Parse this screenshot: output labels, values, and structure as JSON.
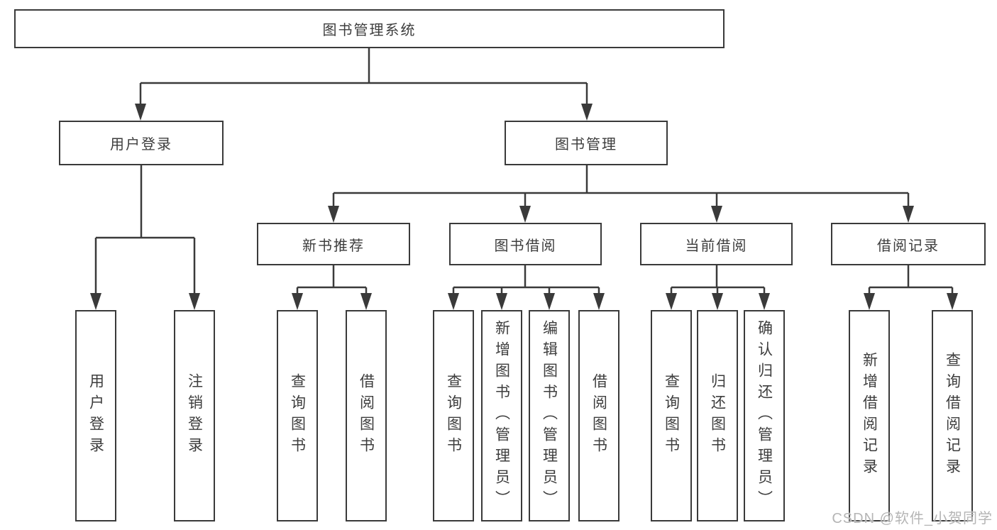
{
  "diagram_title": "图书管理系统",
  "watermark": "CSDN @软件_小贺同学",
  "colors": {
    "line": "#3a3a3a",
    "text": "#3d3d3d",
    "watermark": "#b5b5b5",
    "background": "#ffffff"
  },
  "nodes": {
    "root": {
      "label": "图书管理系统"
    },
    "level2": [
      {
        "label": "用户登录",
        "parent": "图书管理系统"
      },
      {
        "label": "图书管理",
        "parent": "图书管理系统"
      }
    ],
    "level3": [
      {
        "label": "新书推荐",
        "parent": "图书管理"
      },
      {
        "label": "图书借阅",
        "parent": "图书管理"
      },
      {
        "label": "当前借阅",
        "parent": "图书管理"
      },
      {
        "label": "借阅记录",
        "parent": "图书管理"
      }
    ],
    "leaves": [
      {
        "label": "用户登录",
        "parent": "用户登录"
      },
      {
        "label": "注销登录",
        "parent": "用户登录"
      },
      {
        "label": "查询图书",
        "parent": "新书推荐"
      },
      {
        "label": "借阅图书",
        "parent": "新书推荐"
      },
      {
        "label": "查询图书",
        "parent": "图书借阅"
      },
      {
        "label": "新增图书（管理员）",
        "parent": "图书借阅"
      },
      {
        "label": "编辑图书（管理员）",
        "parent": "图书借阅"
      },
      {
        "label": "借阅图书",
        "parent": "图书借阅"
      },
      {
        "label": "查询图书",
        "parent": "当前借阅"
      },
      {
        "label": "归还图书",
        "parent": "当前借阅"
      },
      {
        "label": "确认归还（管理员）",
        "parent": "当前借阅"
      },
      {
        "label": "新增借阅记录",
        "parent": "借阅记录"
      },
      {
        "label": "查询借阅记录",
        "parent": "借阅记录"
      }
    ]
  }
}
